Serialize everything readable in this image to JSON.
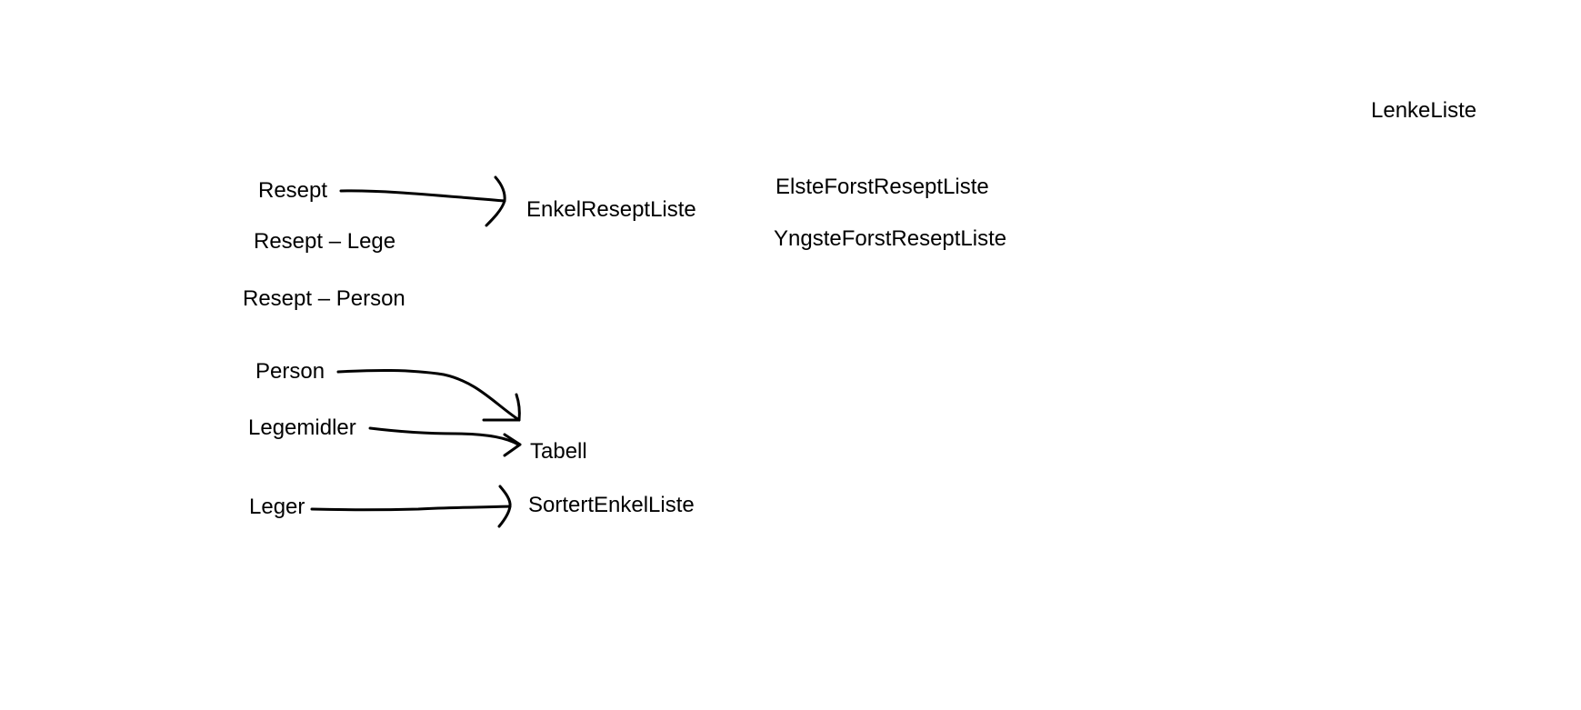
{
  "labels": {
    "lenke_liste": "LenkeListe",
    "resept": "Resept",
    "enkel_resept_liste": "EnkelReseptListe",
    "elste_forst_resept_liste": "ElsteForstReseptListe",
    "yngste_forst_resept_liste": "YngsteForstReseptListe",
    "resept_lege": "Resept – Lege",
    "resept_person": "Resept – Person",
    "person": "Person",
    "legemidler": "Legemidler",
    "tabell": "Tabell",
    "leger": "Leger",
    "sortert_enkel_liste": "SortertEnkelListe"
  },
  "colors": {
    "ink": "#000000",
    "background": "#ffffff"
  }
}
